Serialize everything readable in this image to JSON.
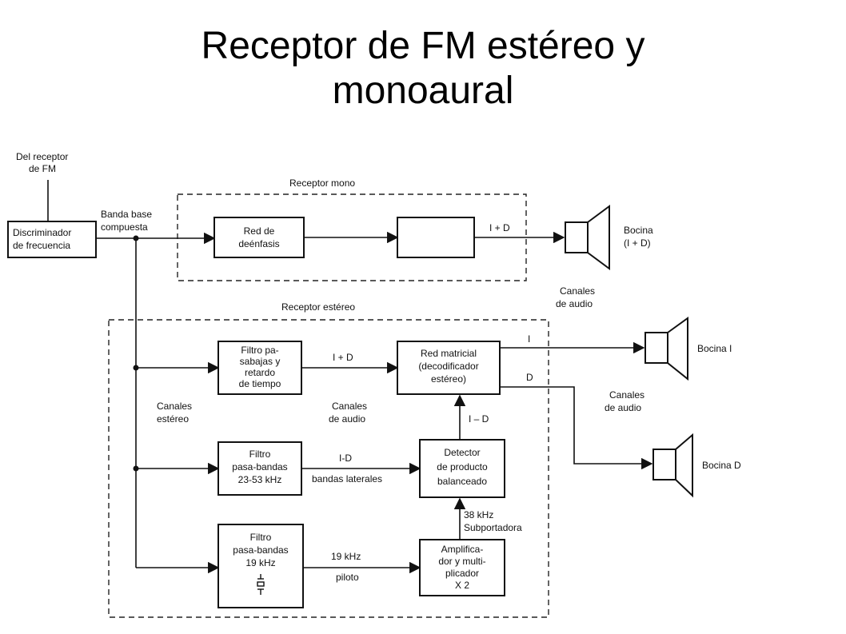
{
  "title": {
    "line1": "Receptor de FM estéreo y",
    "line2": "monoaural"
  },
  "input": {
    "line1": "Del receptor",
    "line2": "de FM"
  },
  "discriminator": {
    "line1": "Discriminador",
    "line2": "de frecuencia"
  },
  "baseband": {
    "line1": "Banda base",
    "line2": "compuesta"
  },
  "mono_group": "Receptor mono",
  "stereo_group": "Receptor estéreo",
  "deemphasis": {
    "line1": "Red de",
    "line2": "deénfasis"
  },
  "mono_sum_label": "I + D",
  "speaker_mono": {
    "line1": "Bocina",
    "line2": "(I + D)"
  },
  "audio_channels_mono": {
    "line1": "Canales",
    "line2": "de audio"
  },
  "lowpass": {
    "line1": "Filtro pa-",
    "line2": "sabajas y",
    "line3": "retardo",
    "line4": "de tiempo"
  },
  "lowpass_out": "I + D",
  "matrix": {
    "line1": "Red matricial",
    "line2": "(decodificador",
    "line3": "estéreo)"
  },
  "matrix_out_left": "I",
  "matrix_out_right": "D",
  "speaker_left": "Bocina I",
  "speaker_right": "Bocina D",
  "audio_channels_out": {
    "line1": "Canales",
    "line2": "de audio"
  },
  "stereo_channels": {
    "line1": "Canales",
    "line2": "estéreo"
  },
  "audio_channels_mid": {
    "line1": "Canales",
    "line2": "de audio"
  },
  "bandpass_23_53": {
    "line1": "Filtro",
    "line2": "pasa-bandas",
    "line3": "23-53 kHz"
  },
  "diff_label": "I-D",
  "sidebands_label": "bandas laterales",
  "product_detector": {
    "line1": "Detector",
    "line2": "de producto",
    "line3": "balanceado"
  },
  "detector_out": "I – D",
  "subcarrier": {
    "line1": "38 kHz",
    "line2": "Subportadora"
  },
  "bandpass_19": {
    "line1": "Filtro",
    "line2": "pasa-bandas",
    "line3": "19 kHz"
  },
  "pilot_freq": "19 kHz",
  "pilot_label": "piloto",
  "multiplier": {
    "line1": "Amplifica-",
    "line2": "dor y multi-",
    "line3": "plicador",
    "line4": "X 2"
  }
}
